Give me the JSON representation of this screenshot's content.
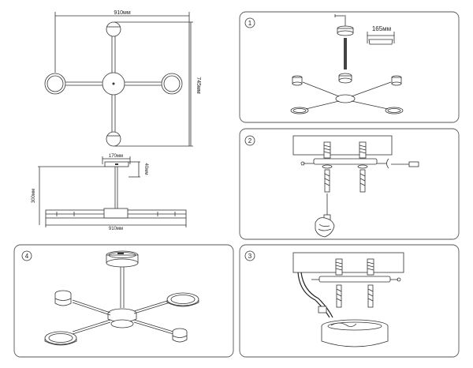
{
  "colors": {
    "line": "#333333",
    "panel_border": "#555555",
    "background": "#ffffff"
  },
  "top_view": {
    "width_label": "910мм",
    "height_label": "745мм"
  },
  "side_view": {
    "plate_label": "170мм",
    "plate_height_label": "40мм",
    "drop_label": "300мм",
    "width_label": "910мм"
  },
  "steps": [
    {
      "number": "1",
      "dimension_label": "165мм"
    },
    {
      "number": "2"
    },
    {
      "number": "3"
    },
    {
      "number": "4"
    }
  ]
}
